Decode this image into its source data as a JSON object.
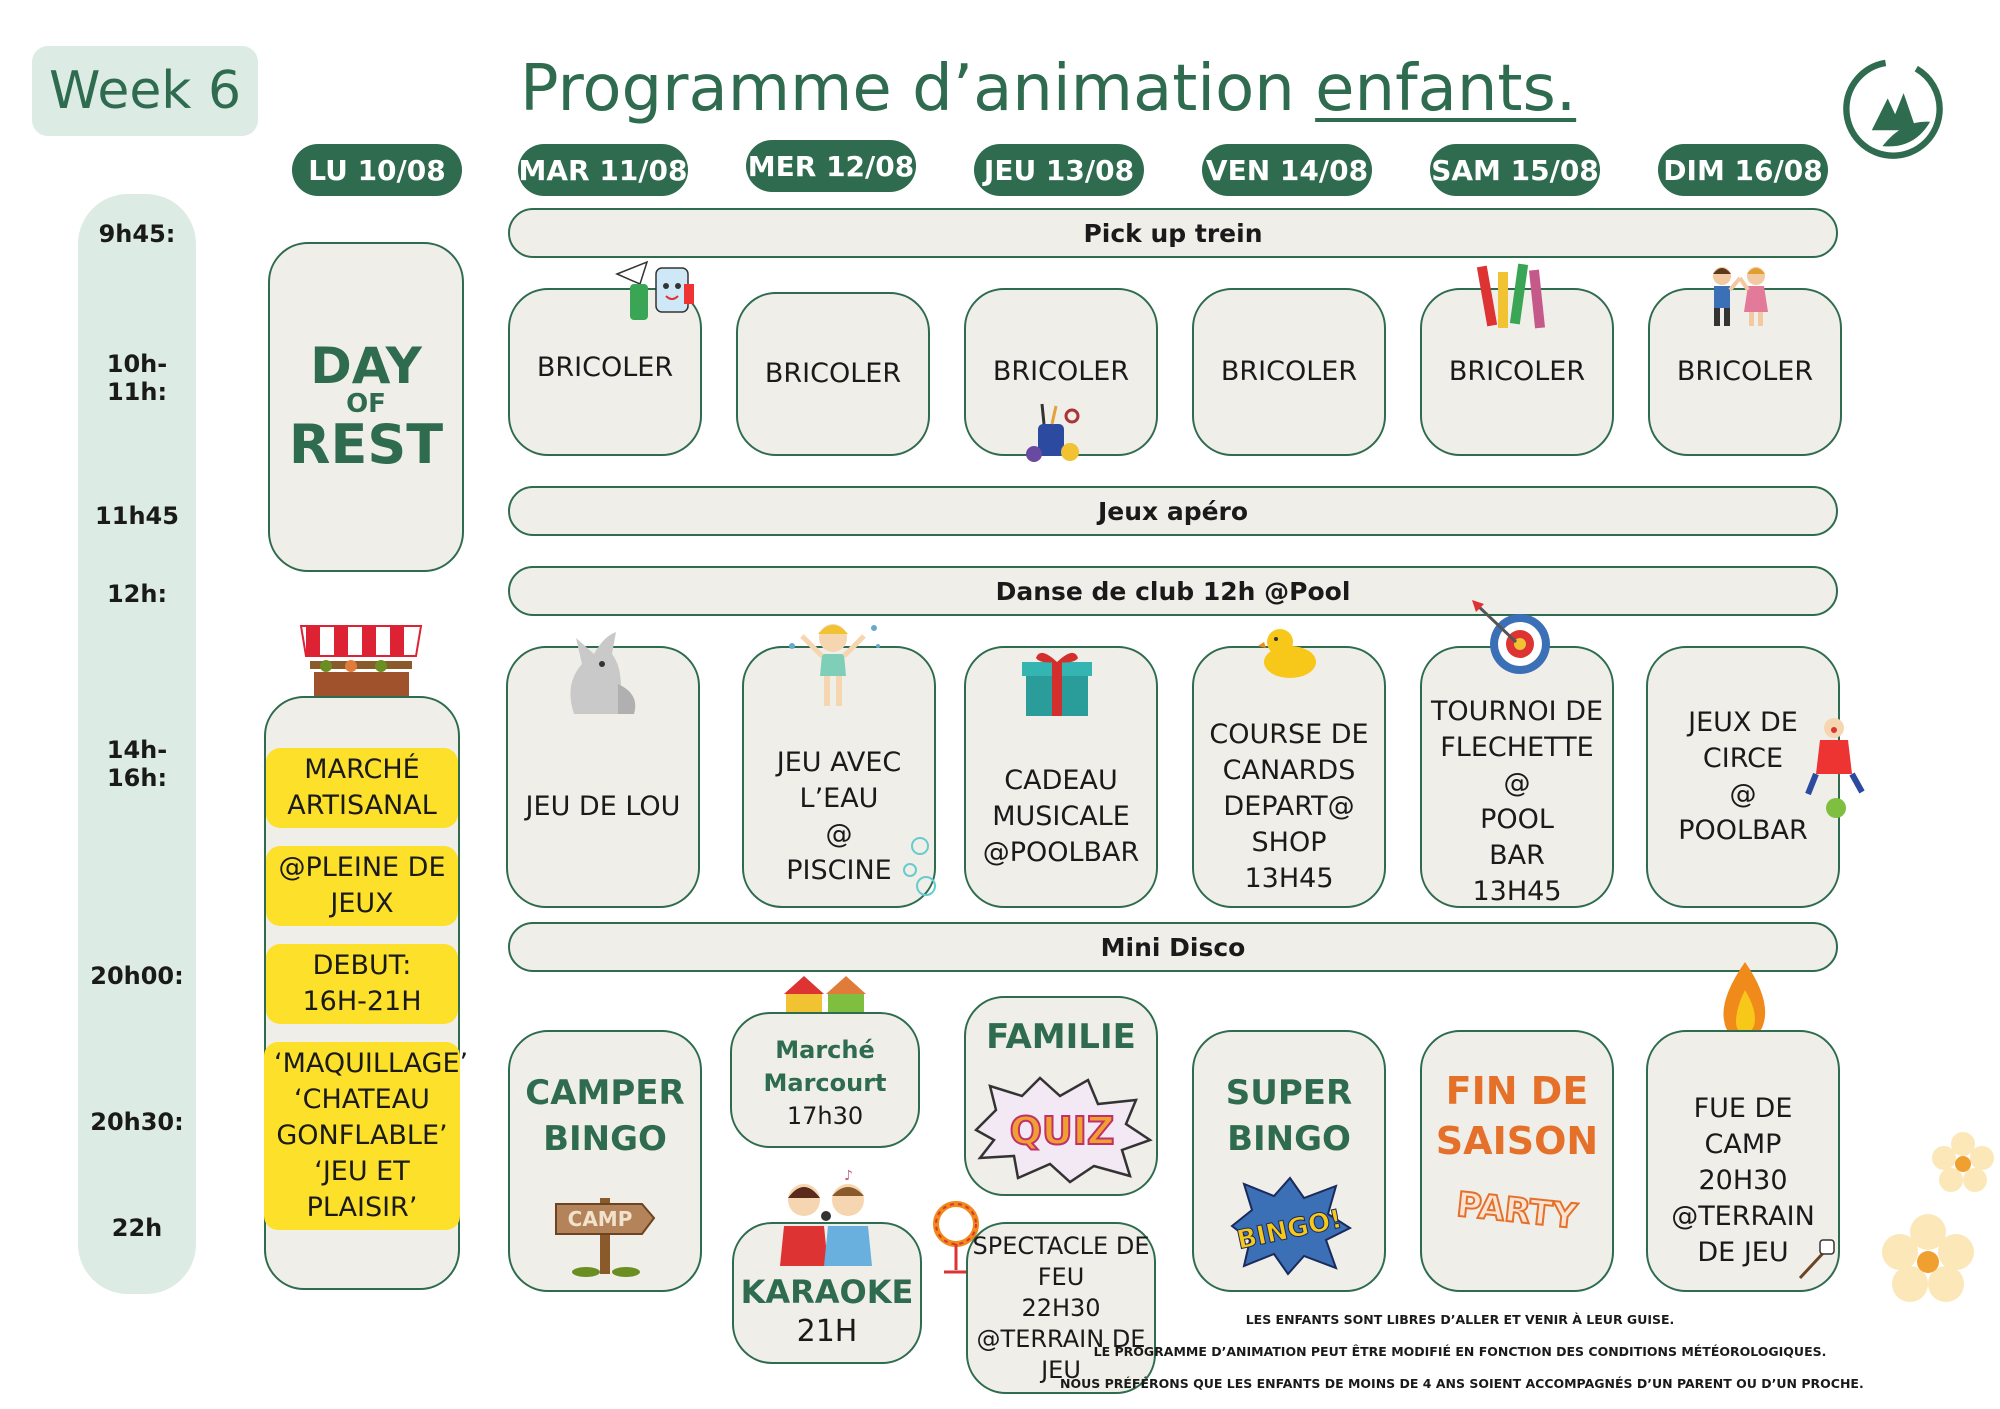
{
  "header": {
    "week": "Week 6",
    "title_main": "Programme d’animation ",
    "title_underlined": "enfants."
  },
  "days": [
    "LU 10/08",
    "MAR 11/08",
    "MER 12/08",
    "JEU 13/08",
    "VEN 14/08",
    "SAM 15/08",
    "DIM 16/08"
  ],
  "times": [
    "9h45:",
    "10h-11h:",
    "11h45",
    "12h:",
    "14h-16h:",
    "20h00:",
    "20h30:",
    "22h"
  ],
  "bars": {
    "pickup": "Pick up trein",
    "apero": "Jeux apéro",
    "danse": "Danse de club 12h @Pool",
    "disco": "Mini Disco"
  },
  "monday": {
    "rest_top": "DAY",
    "rest_of": "OF",
    "rest_bottom": "REST",
    "market_lines": [
      "MARCHÉ ARTISANAL",
      "@PLEINE DE JEUX",
      "DEBUT: 16H-21H",
      "‘MAQUILLAGE’ ‘CHATEAU GONFLABLE’ ‘JEU ET PLAISIR’"
    ]
  },
  "morning": [
    "BRICOLER",
    "BRICOLER",
    "BRICOLER",
    "BRICOLER",
    "BRICOLER",
    "BRICOLER"
  ],
  "afternoon": {
    "tue": "JEU DE LOU",
    "wed": [
      "JEU AVEC",
      "L’EAU",
      "@",
      "PISCINE"
    ],
    "thu": [
      "CADEAU",
      "MUSICALE",
      "@POOLBAR"
    ],
    "fri": [
      "COURSE DE",
      "CANARDS",
      "DEPART@",
      "SHOP",
      "13H45"
    ],
    "sat": [
      "TOURNOI DE",
      "FLECHETTE",
      "@",
      "POOL",
      "BAR",
      "13H45"
    ],
    "sun": [
      "JEUX DE",
      "CIRCE",
      "@",
      "POOLBAR"
    ]
  },
  "evening": {
    "tue": [
      "CAMPER",
      "BINGO"
    ],
    "camp_sign": "CAMP",
    "wed_market": [
      "Marché",
      "Marcourt",
      "17h30"
    ],
    "wed_karaoke": [
      "KARAOKE",
      "21H"
    ],
    "thu_familie": "FAMILIE",
    "quiz": "QUIZ",
    "thu_fire": [
      "SPECTACLE DE",
      "FEU",
      "22H30",
      "@TERRAIN DE",
      "JEU"
    ],
    "fri": [
      "SUPER",
      "BINGO"
    ],
    "bingo_sticker": "BINGO!",
    "sat": [
      "FIN DE",
      "SAISON"
    ],
    "party": "PARTY",
    "sun": [
      "FUE DE",
      "CAMP",
      "20H30",
      "@TERRAIN",
      "DE JEU"
    ]
  },
  "notes": [
    "LES ENFANTS SONT LIBRES D’ALLER ET VENIR À LEUR GUISE.",
    "LE PROGRAMME D’ANIMATION PEUT ÊTRE MODIFIÉ EN FONCTION DES CONDITIONS MÉTÉOROLOGIQUES.",
    "NOUS PRÉFÉRONS QUE LES ENFANTS DE MOINS DE 4 ANS SOIENT ACCOMPAGNÉS D’UN PARENT OU D’UN PROCHE."
  ],
  "colors": {
    "green": "#2e6b4f",
    "mint": "#dcebe4",
    "card": "#f0eee8",
    "yellow": "#fce02a",
    "orange": "#e5702a"
  },
  "icons": [
    "crafts-icon",
    "sewing-kit-icon",
    "pencils-icon",
    "kids-icon",
    "market-stall-icon",
    "wolf-icon",
    "water-girl-icon",
    "gift-icon",
    "duck-icon",
    "dartboard-icon",
    "clown-icon",
    "karaoke-icon",
    "fire-ring-icon",
    "campfire-icon",
    "marshmallow-icon",
    "flower-icon",
    "logo-icon"
  ]
}
